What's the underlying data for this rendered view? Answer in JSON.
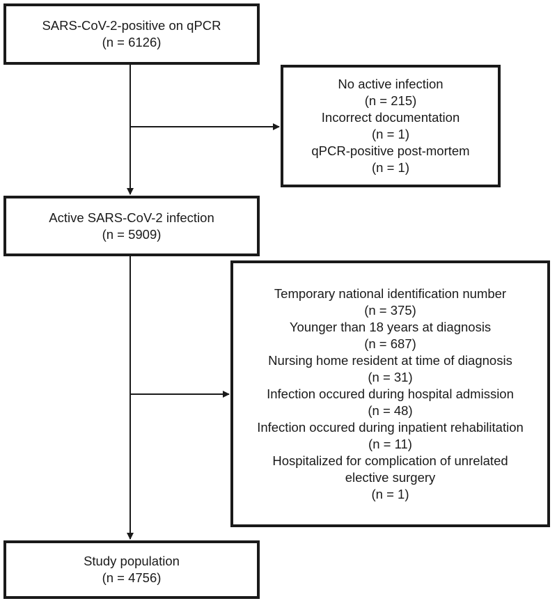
{
  "start_box": {
    "lines": [
      "SARS-CoV-2-positive on qPCR",
      "(n = 6126)"
    ]
  },
  "exclusion_box_1": {
    "lines": [
      "No active infection",
      "(n = 215)",
      "Incorrect documentation",
      "(n = 1)",
      "qPCR-positive post-mortem",
      "(n = 1)"
    ]
  },
  "active_box": {
    "lines": [
      "Active SARS-CoV-2 infection",
      "(n = 5909)"
    ]
  },
  "exclusion_box_2": {
    "lines": [
      "Temporary national identification number",
      "(n = 375)",
      "Younger than 18 years at diagnosis",
      "(n = 687)",
      "Nursing home resident at time of diagnosis",
      "(n = 31)",
      "Infection occured during hospital admission",
      "(n = 48)",
      "Infection occured during inpatient rehabilitation",
      "(n = 11)",
      "Hospitalized for complication of unrelated",
      "elective surgery",
      "(n = 1)"
    ]
  },
  "final_box": {
    "lines": [
      "Study population",
      "(n = 4756)"
    ]
  },
  "colors": {
    "stroke": "#1a1a1a",
    "background": "#ffffff"
  }
}
